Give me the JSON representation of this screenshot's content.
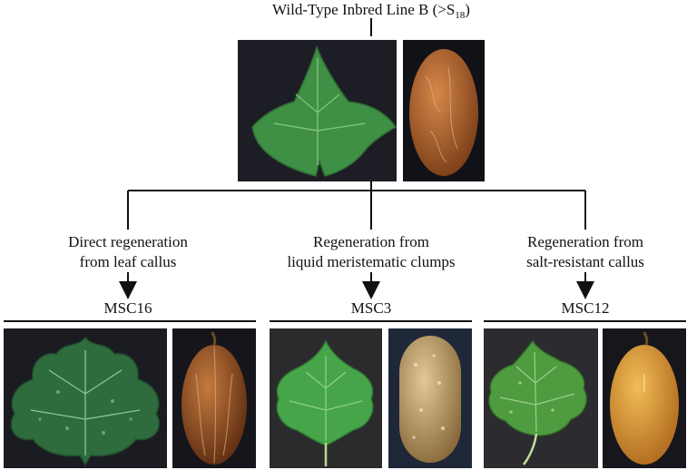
{
  "root": {
    "title_prefix": "Wild-Type Inbred Line B (>S",
    "title_sub": "18",
    "title_suffix": ")"
  },
  "branches": [
    {
      "method_line1": "Direct regeneration",
      "method_line2": "from leaf callus",
      "line_name": "MSC16"
    },
    {
      "method_line1": "Regeneration from",
      "method_line2": "liquid meristematic clumps",
      "line_name": "MSC3"
    },
    {
      "method_line1": "Regeneration from",
      "method_line2": "salt-resistant callus",
      "line_name": "MSC12"
    }
  ],
  "colors": {
    "line": "#111111",
    "photo_bg": "#1c1b22",
    "leaf_wt": "#3f8f45",
    "leaf_msc16": "#2e6b3d",
    "leaf_msc3": "#46a548",
    "leaf_msc12": "#4e9c3f",
    "fruit_wt": "#b06a2c",
    "fruit_msc16": "#8a4a25",
    "fruit_msc3": "#c9a773",
    "fruit_msc12": "#d99a32"
  }
}
